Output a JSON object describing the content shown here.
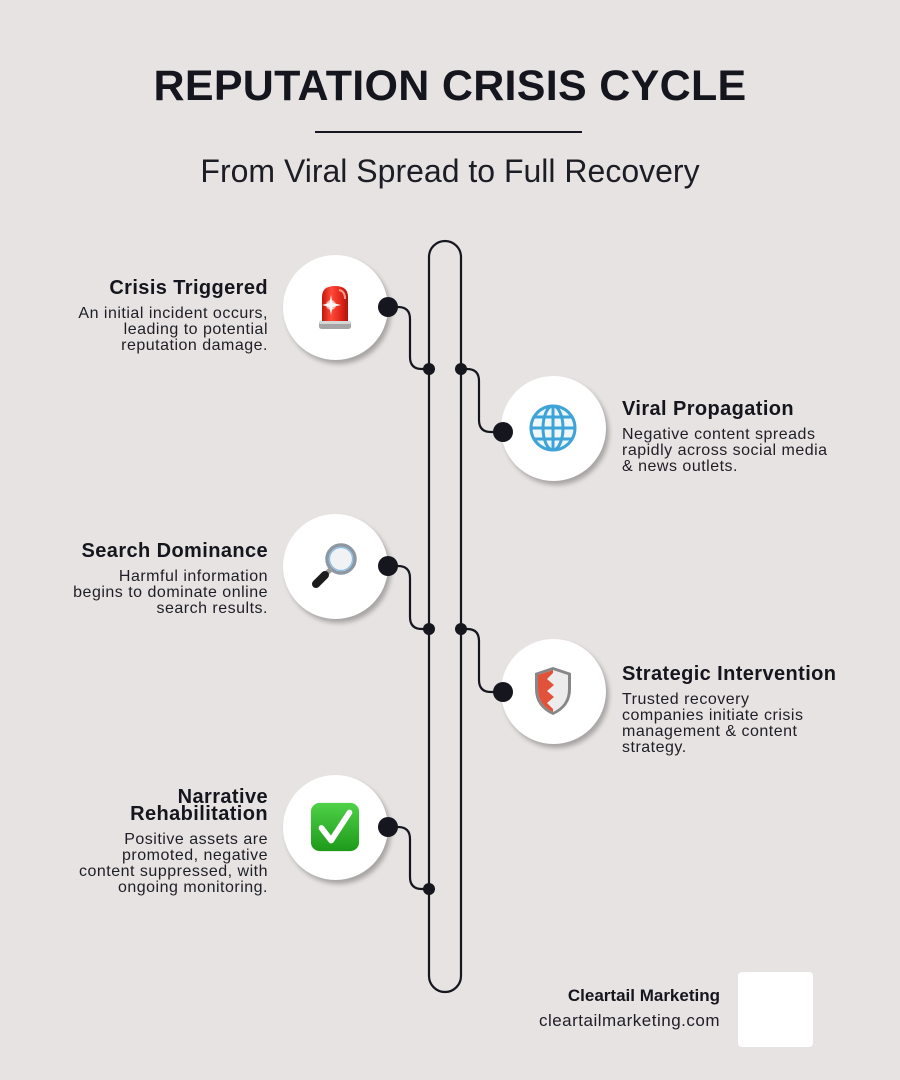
{
  "header": {
    "title": "REPUTATION CRISIS CYCLE",
    "subtitle": "From Viral Spread to Full Recovery"
  },
  "steps": [
    {
      "title": "Crisis Triggered",
      "description": "An initial incident occurs,\nleading to potential\nreputation damage.",
      "icon": "police-siren-icon",
      "side": "left"
    },
    {
      "title": "Viral Propagation",
      "description": "Negative content spreads\nrapidly across social media\n& news outlets.",
      "icon": "globe-icon",
      "side": "right"
    },
    {
      "title": "Search Dominance",
      "description": "Harmful information\nbegins to dominate online\nsearch results.",
      "icon": "magnifying-glass-icon",
      "side": "left"
    },
    {
      "title": "Strategic Intervention",
      "description": "Trusted recovery\ncompanies initiate crisis\nmanagement & content\nstrategy.",
      "icon": "shield-icon",
      "side": "right"
    },
    {
      "title": "Narrative\nRehabilitation",
      "description": "Positive assets are\npromoted, negative\ncontent suppressed, with\nongoing monitoring.",
      "icon": "check-mark-icon",
      "side": "left"
    }
  ],
  "footer": {
    "company": "Cleartail Marketing",
    "website": "cleartailmarketing.com"
  },
  "colors": {
    "background": "#e7e3e2",
    "text": "#16161e",
    "line": "#16161e",
    "icon_circle": "#ffffff"
  }
}
